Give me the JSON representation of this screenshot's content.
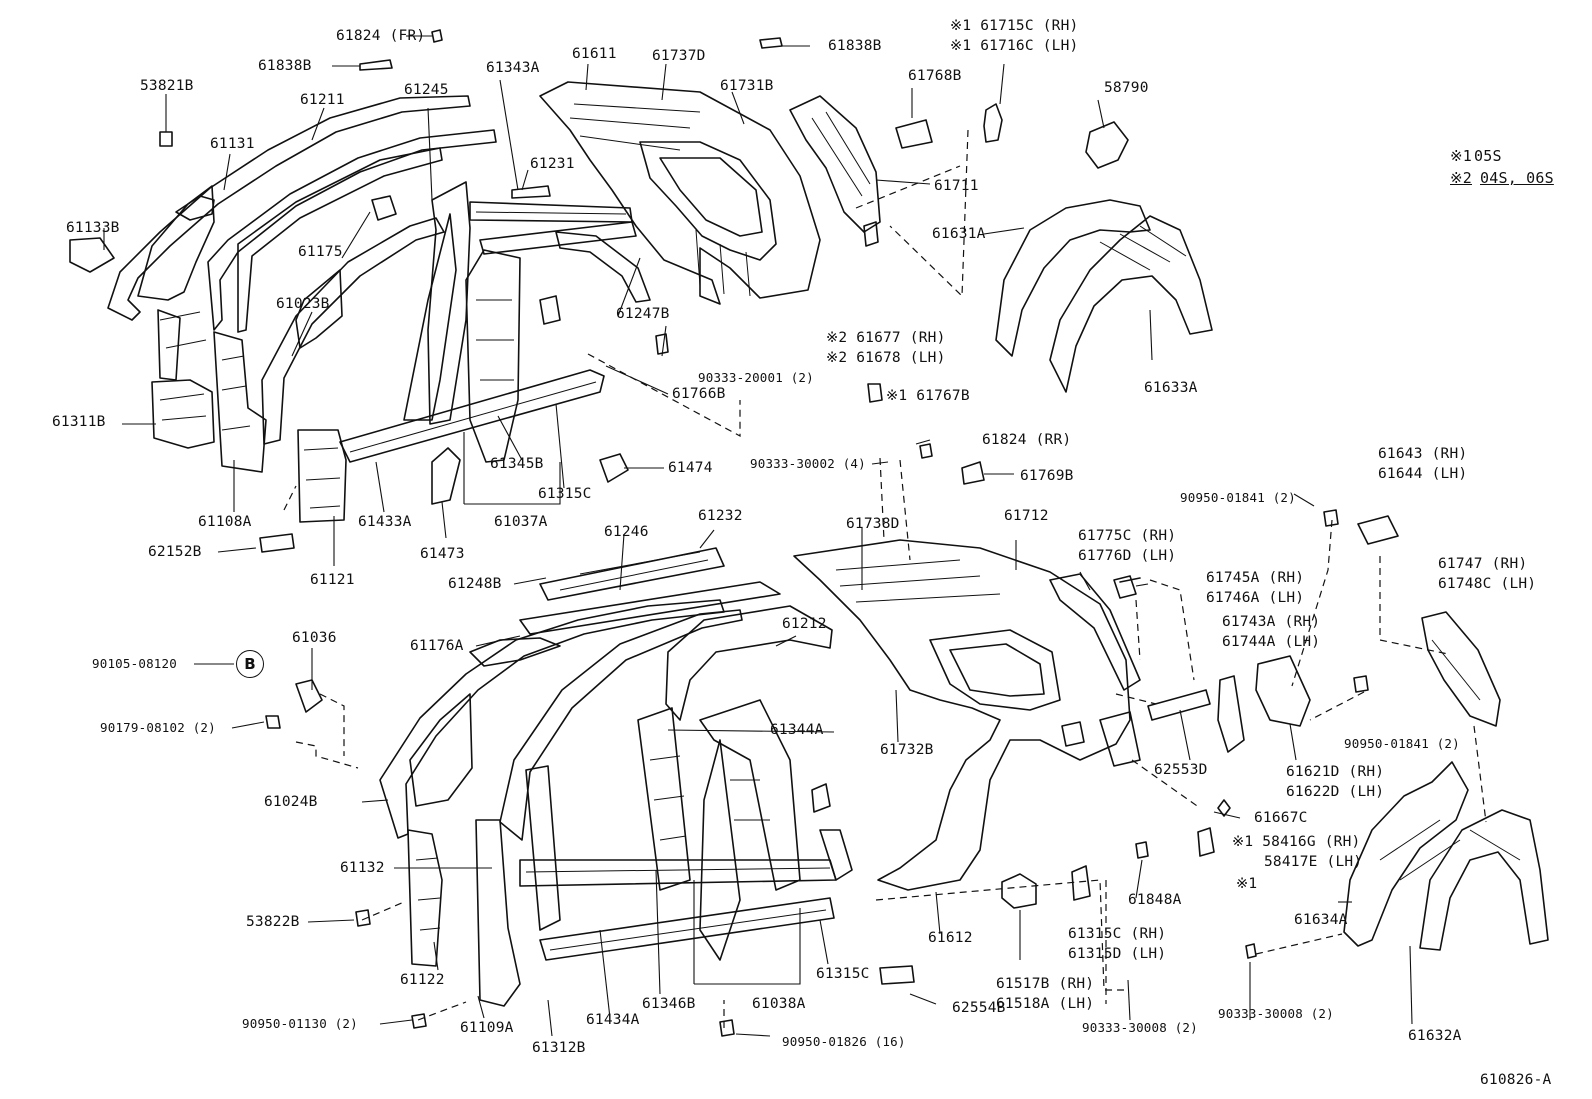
{
  "diagram_id": "610826-A",
  "legend": [
    {
      "mark": "※1",
      "text": "05S"
    },
    {
      "mark": "※2",
      "text": "04S, 06S"
    }
  ],
  "circle_marker": "B",
  "labels": {
    "l_61824fr": "61824 (FR)",
    "l_61838b_a": "61838B",
    "l_53821b": "53821B",
    "l_61211": "61211",
    "l_61245": "61245",
    "l_61343a": "61343A",
    "l_61611": "61611",
    "l_61737d": "61737D",
    "l_61731b": "61731B",
    "l_61838b_b": "61838B",
    "l_61768b": "61768B",
    "l_61715c": "※1 61715C (RH)",
    "l_61716c": "※1 61716C (LH)",
    "l_58790": "58790",
    "l_61131": "61131",
    "l_61231": "61231",
    "l_61711": "61711",
    "l_61133b": "61133B",
    "l_61175": "61175",
    "l_61631a": "61631A",
    "l_61023b": "61023B",
    "l_61247b": "61247B",
    "l_61677": "※2 61677 (RH)",
    "l_61678": "※2 61678 (LH)",
    "l_61633a": "61633A",
    "l_90333_20001": "90333-20001 (2)",
    "l_61766b": "61766B",
    "l_61767b": "※1 61767B",
    "l_61311b": "61311B",
    "l_61345b": "61345B",
    "l_61824rr": "61824 (RR)",
    "l_90333_30002": "90333-30002 (4)",
    "l_61474": "61474",
    "l_61769b": "61769B",
    "l_61315c_a": "61315C",
    "l_61643": "61643 (RH)",
    "l_61644": "61644 (LH)",
    "l_61108a": "61108A",
    "l_61433a": "61433A",
    "l_61037a": "61037A",
    "l_61246": "61246",
    "l_61232": "61232",
    "l_90950_01841_a": "90950-01841 (2)",
    "l_61738d": "61738D",
    "l_61712": "61712",
    "l_61775c": "61775C (RH)",
    "l_61776d": "61776D (LH)",
    "l_62152b": "62152B",
    "l_61473": "61473",
    "l_61121": "61121",
    "l_61248b": "61248B",
    "l_61745a": "61745A (RH)",
    "l_61746a": "61746A (LH)",
    "l_61747": "61747   (RH)",
    "l_61748c": "61748C (LH)",
    "l_61036": "61036",
    "l_61176a": "61176A",
    "l_61212": "61212",
    "l_61743a": "61743A (RH)",
    "l_61744a": "61744A (LH)",
    "l_90105": "90105-08120",
    "l_90179": "90179-08102 (2)",
    "l_61344a": "61344A",
    "l_61732b": "61732B",
    "l_90950_01841_b": "90950-01841 (2)",
    "l_61024b": "61024B",
    "l_62553d": "62553D",
    "l_61621d": "61621D (RH)",
    "l_61622d": "61622D (LH)",
    "l_61667c": "61667C",
    "l_58416g": "※1 58416G (RH)",
    "l_58417e": "58417E (LH)",
    "l_58417e_mark": "※1",
    "l_61132": "61132",
    "l_61848a": "61848A",
    "l_53822b": "53822B",
    "l_61612": "61612",
    "l_61315c_rh": "61315C (RH)",
    "l_61315d_lh": "61315D (LH)",
    "l_61634a": "61634A",
    "l_61122": "61122",
    "l_61315c_b": "61315C",
    "l_61517b": "61517B (RH)",
    "l_61518a": "61518A (LH)",
    "l_90950_01130": "90950-01130 (2)",
    "l_61109a": "61109A",
    "l_61434a": "61434A",
    "l_61346b": "61346B",
    "l_61038a": "61038A",
    "l_62554b": "62554B",
    "l_90333_30008_a": "90333-30008 (2)",
    "l_90333_30008_b": "90333-30008 (2)",
    "l_61632a": "61632A",
    "l_61312b": "61312B",
    "l_90950_01826": "90950-01826 (16)"
  }
}
